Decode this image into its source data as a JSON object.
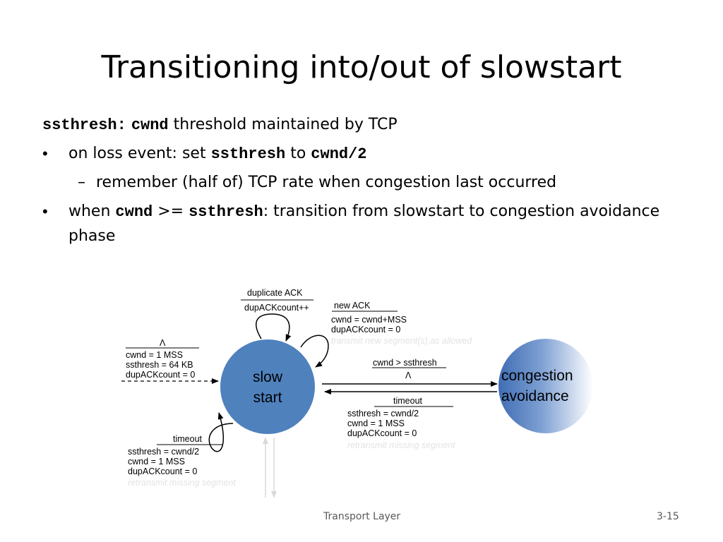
{
  "title": "Transitioning into/out of slowstart",
  "body": {
    "line1": {
      "code1": "ssthresh:",
      "code2": "cwnd",
      "text": "threshold maintained by TCP"
    },
    "bullet1": {
      "text1": "on loss event: set",
      "code1": "ssthresh",
      "text2": "to",
      "code2": "cwnd/2"
    },
    "sub1": {
      "dash": "–",
      "text": "remember (half of) TCP rate when congestion last occurred"
    },
    "bullet2": {
      "text1": "when",
      "code1": "cwnd",
      "text2": ">=",
      "code2": "ssthresh",
      "text3": ": transition from slowstart to congestion avoidance",
      "text4": "phase"
    },
    "bullet_char": "•"
  },
  "diagram": {
    "states": {
      "slow_start": {
        "line1": "slow",
        "line2": "start"
      },
      "congestion_avoidance": {
        "line1": "congestion",
        "line2": "avoidance"
      }
    },
    "init": {
      "event": "Λ",
      "actions": [
        "cwnd = 1 MSS",
        "ssthresh = 64 KB",
        "dupACKcount = 0"
      ]
    },
    "dup_ack": {
      "event": "duplicate ACK",
      "action": "dupACKcount++"
    },
    "new_ack": {
      "event": "new ACK",
      "actions": [
        "cwnd = cwnd+MSS",
        "dupACKcount = 0"
      ],
      "faint": "transmit new segment(s),as allowed"
    },
    "to_ca": {
      "event": "cwnd > ssthresh",
      "action": "Λ"
    },
    "timeout_back": {
      "event": "timeout",
      "actions": [
        "ssthresh = cwnd/2",
        "cwnd = 1 MSS",
        "dupACKcount = 0"
      ],
      "faint": "retransmit missing segment"
    },
    "timeout_self": {
      "event": "timeout",
      "actions": [
        "ssthresh = cwnd/2",
        "cwnd = 1 MSS",
        "dupACKcount = 0"
      ],
      "faint": "retransmit missing segment"
    },
    "colors": {
      "slow_start_fill": "#4f81bd",
      "ca_gradient_start": "#ffffff",
      "ca_gradient_end": "#3f6db3"
    }
  },
  "footer": {
    "left": "Transport Layer",
    "right": "3-15"
  }
}
